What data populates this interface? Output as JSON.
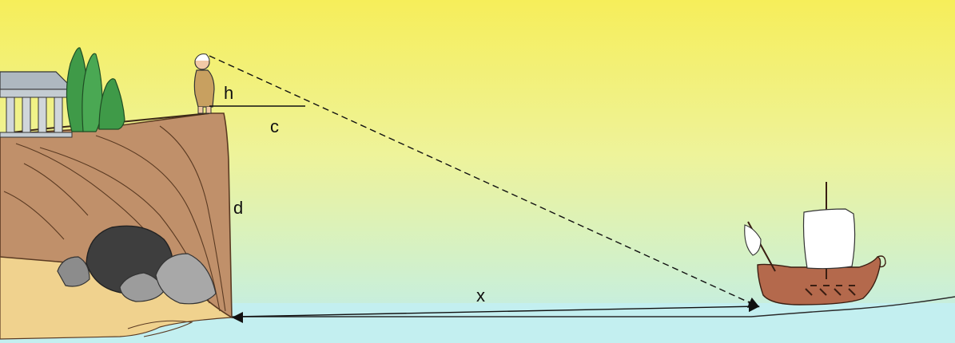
{
  "labels": {
    "h": "h",
    "c": "c",
    "d": "d",
    "x": "x"
  },
  "colors": {
    "sky_top": "#f6ee5a",
    "sky_mid": "#eef4a0",
    "sea": "#bfeef0",
    "cliff": "#c0906a",
    "cliff_line": "#5a3a22",
    "sand": "#f0d28e",
    "rock_dark": "#3e3e3e",
    "rock_grey": "#8c8c8c",
    "tree": "#3f9a48",
    "temple": "#aeb8c0",
    "hull": "#b4694c",
    "sail": "#ffffff",
    "line": "#111111"
  },
  "icons": [
    "temple-icon",
    "cypress-tree-icon",
    "observer-figure-icon",
    "cave-rock-icon",
    "ship-icon",
    "arrowhead-icon"
  ]
}
